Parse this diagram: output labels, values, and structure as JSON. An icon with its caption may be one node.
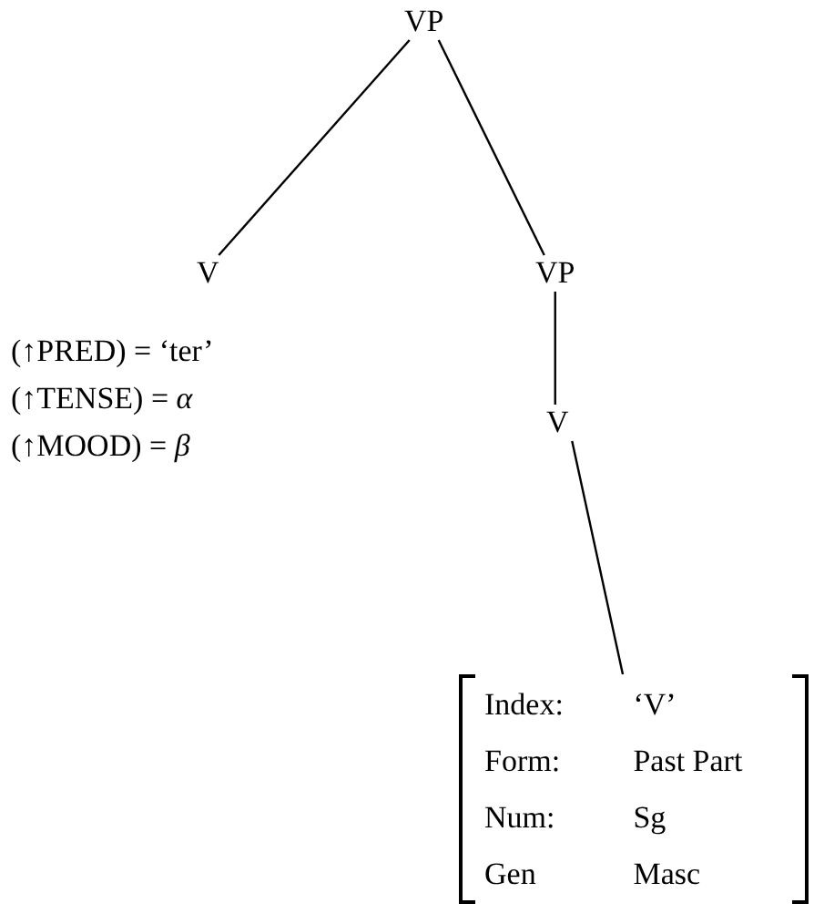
{
  "diagram": {
    "nodes": [
      {
        "text": [
          "VP"
        ]
      },
      {
        "text": [
          "V"
        ],
        "beside": [
          "(↑PRED) = ‘ter’",
          "(↑TENSE) = *α*",
          "(↑MOOD) = *β*"
        ]
      },
      {
        "text": [
          "VP"
        ]
      },
      {
        "text": [
          "V"
        ]
      },
      {
        "text": [
          "Index:",
          "‘V’",
          "Form:",
          "Past Part",
          "Num:",
          "Sg",
          "Gen",
          "Masc"
        ]
      }
    ],
    "edges": [
      {
        "from": 0,
        "to": 1,
        "arrow": "none"
      },
      {
        "from": 0,
        "to": 2,
        "arrow": "none"
      },
      {
        "from": 2,
        "to": 3,
        "arrow": "none"
      },
      {
        "from": 3,
        "to": 4,
        "arrow": "none"
      }
    ]
  }
}
